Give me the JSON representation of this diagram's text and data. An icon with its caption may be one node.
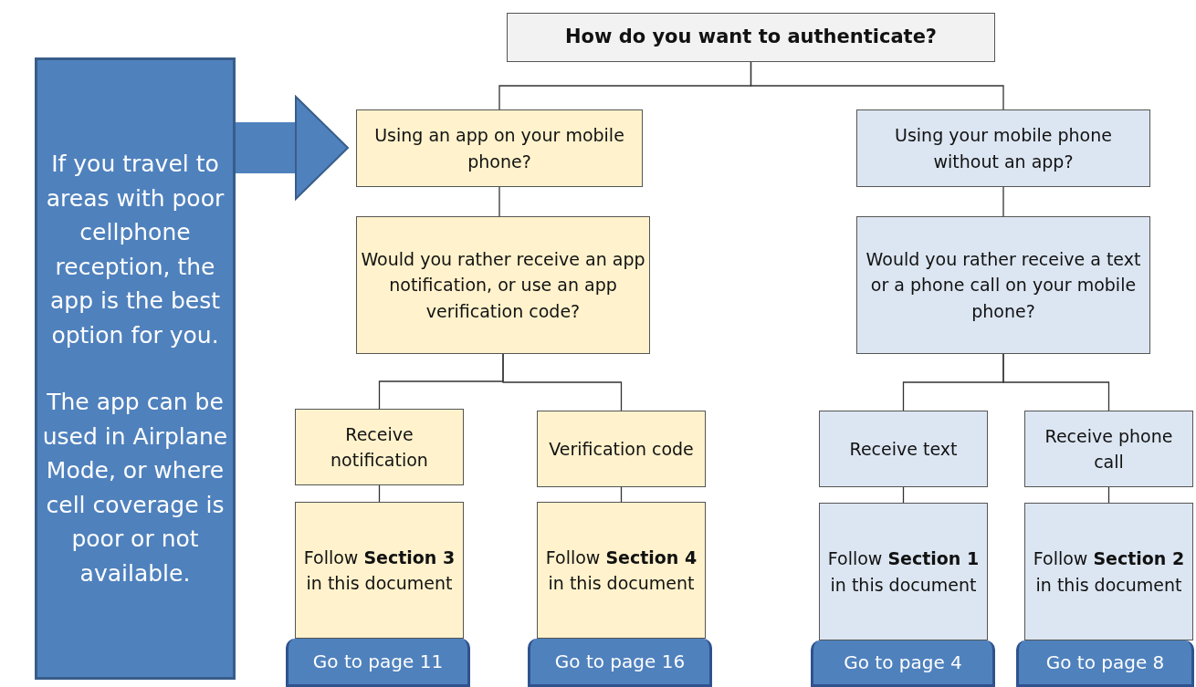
{
  "diagram": {
    "nodes": [
      {
        "text": [
          "How do you want to authenticate?"
        ]
      },
      {
        "text": [
          "If you travel to areas with poor cellphone reception, the app is the best option for you.",
          "The app can be used in Airplane Mode, or where cell coverage is poor or not available."
        ]
      },
      {
        "text": [
          "Using an app on your mobile phone?"
        ]
      },
      {
        "text": [
          "Would you rather receive an app notification, or use an app verification code?"
        ]
      },
      {
        "text": [
          "Receive notification"
        ]
      },
      {
        "text": [
          "Follow **Section 3** in this document"
        ]
      },
      {
        "text": [
          "Go to page 11"
        ]
      },
      {
        "text": [
          "Verification code"
        ]
      },
      {
        "text": [
          "Follow **Section 4** in this document"
        ]
      },
      {
        "text": [
          "Go to page 16"
        ]
      },
      {
        "text": [
          "Using your mobile phone without an app?"
        ]
      },
      {
        "text": [
          "Would you rather receive a text or a phone call on your mobile phone?"
        ]
      },
      {
        "text": [
          "Receive text"
        ]
      },
      {
        "text": [
          "Follow **Section 1** in this document"
        ]
      },
      {
        "text": [
          "Go to page 4"
        ]
      },
      {
        "text": [
          "Receive phone call"
        ]
      },
      {
        "text": [
          "Follow **Section 2** in this document"
        ]
      },
      {
        "text": [
          "Go to page 8"
        ]
      }
    ],
    "edges": [
      {
        "from": 0,
        "to": 2,
        "arrow": "none"
      },
      {
        "from": 0,
        "to": 10,
        "arrow": "none"
      },
      {
        "from": 2,
        "to": 3,
        "arrow": "none"
      },
      {
        "from": 3,
        "to": 4,
        "arrow": "none"
      },
      {
        "from": 3,
        "to": 7,
        "arrow": "none"
      },
      {
        "from": 4,
        "to": 5,
        "arrow": "none"
      },
      {
        "from": 7,
        "to": 8,
        "arrow": "none"
      },
      {
        "from": 10,
        "to": 11,
        "arrow": "none"
      },
      {
        "from": 11,
        "to": 12,
        "arrow": "none"
      },
      {
        "from": 11,
        "to": 15,
        "arrow": "none"
      },
      {
        "from": 12,
        "to": 13,
        "arrow": "none"
      },
      {
        "from": 15,
        "to": 16,
        "arrow": "none"
      },
      {
        "from": 1,
        "to": 2,
        "arrow": "to",
        "style": "thick",
        "color": "#4f81bd"
      }
    ]
  }
}
